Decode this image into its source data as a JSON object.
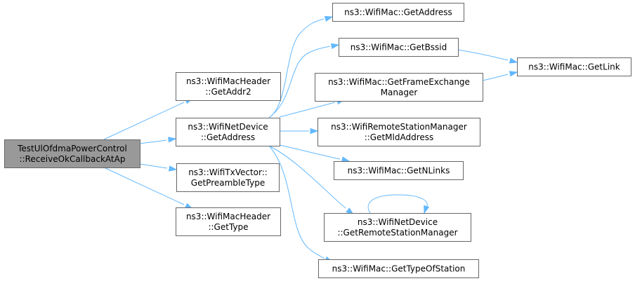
{
  "colors": {
    "edge": "#63b8ff",
    "node_border": "#666666",
    "root_fill": "#999999",
    "node_fill": "#ffffff"
  },
  "nodes": {
    "root": [
      "TestUlOfdmaPowerControl",
      "::ReceiveOkCallbackAtAp"
    ],
    "getaddr2": [
      "ns3::WifiMacHeader",
      "::GetAddr2"
    ],
    "netdev_getaddress": [
      "ns3::WifiNetDevice",
      "::GetAddress"
    ],
    "getpreambletype": [
      "ns3::WifiTxVector::",
      "GetPreambleType"
    ],
    "gettype": [
      "ns3::WifiMacHeader",
      "::GetType"
    ],
    "mac_getaddress": [
      "ns3::WifiMac::GetAddress"
    ],
    "getbssid": [
      "ns3::WifiMac::GetBssid"
    ],
    "getfem": [
      "ns3::WifiMac::GetFrameExchange",
      "Manager"
    ],
    "getmldaddress": [
      "ns3::WifiRemoteStationManager",
      "::GetMldAddress"
    ],
    "getnlinks": [
      "ns3::WifiMac::GetNLinks"
    ],
    "getrsm": [
      "ns3::WifiNetDevice",
      "::GetRemoteStationManager"
    ],
    "gettypeofstation": [
      "ns3::WifiMac::GetTypeOfStation"
    ],
    "getlink": [
      "ns3::WifiMac::GetLink"
    ]
  },
  "edges": [
    [
      "root",
      "getaddr2"
    ],
    [
      "root",
      "netdev_getaddress"
    ],
    [
      "root",
      "getpreambletype"
    ],
    [
      "root",
      "gettype"
    ],
    [
      "netdev_getaddress",
      "mac_getaddress"
    ],
    [
      "netdev_getaddress",
      "getbssid"
    ],
    [
      "netdev_getaddress",
      "getfem"
    ],
    [
      "netdev_getaddress",
      "getmldaddress"
    ],
    [
      "netdev_getaddress",
      "getnlinks"
    ],
    [
      "netdev_getaddress",
      "getrsm"
    ],
    [
      "netdev_getaddress",
      "gettypeofstation"
    ],
    [
      "getbssid",
      "getlink"
    ],
    [
      "getfem",
      "getlink"
    ],
    [
      "getrsm",
      "getrsm"
    ]
  ]
}
